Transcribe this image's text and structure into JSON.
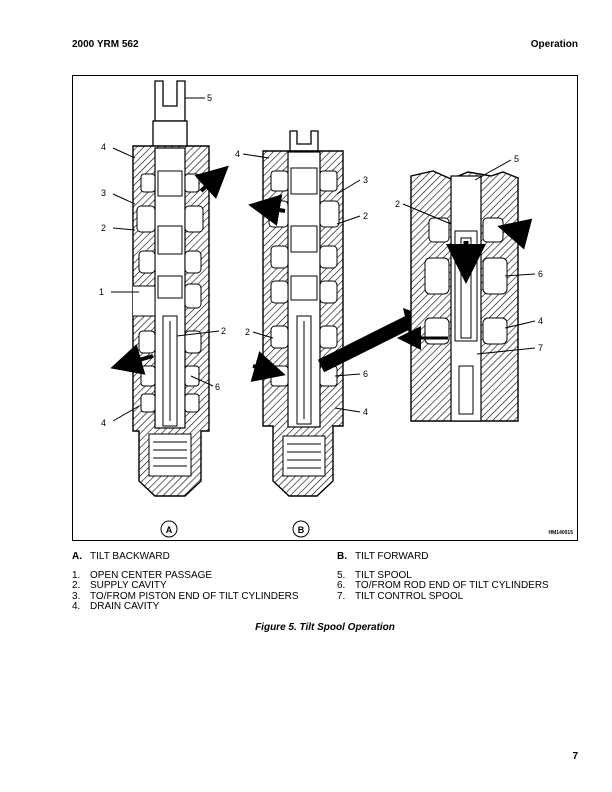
{
  "header": {
    "doc_code": "2000 YRM 562",
    "section": "Operation"
  },
  "figure": {
    "code": "HM140015",
    "panel_a_label": "A",
    "panel_b_label": "B",
    "callouts_a": [
      "5",
      "4",
      "3",
      "2",
      "1",
      "2",
      "6",
      "4"
    ],
    "callouts_b": [
      "4",
      "3",
      "2",
      "2",
      "6",
      "4"
    ],
    "callouts_c": [
      "5",
      "2",
      "6",
      "4",
      "7"
    ]
  },
  "legend": {
    "left": [
      {
        "num": "A.",
        "text": "TILT BACKWARD"
      },
      {
        "num": "1.",
        "text": "OPEN CENTER PASSAGE"
      },
      {
        "num": "2.",
        "text": "SUPPLY CAVITY"
      },
      {
        "num": "3.",
        "text": "TO/FROM PISTON END OF TILT CYLINDERS"
      },
      {
        "num": "4.",
        "text": "DRAIN CAVITY"
      }
    ],
    "right": [
      {
        "num": "B.",
        "text": "TILT FORWARD"
      },
      {
        "num": "5.",
        "text": "TILT SPOOL"
      },
      {
        "num": "6.",
        "text": "TO/FROM ROD END OF TILT CYLINDERS"
      },
      {
        "num": "7.",
        "text": "TILT CONTROL SPOOL"
      }
    ]
  },
  "caption": "Figure 5. Tilt Spool Operation",
  "page_number": "7"
}
